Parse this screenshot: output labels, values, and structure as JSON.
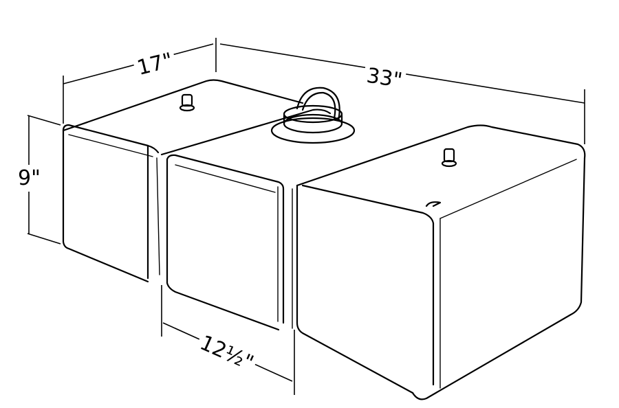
{
  "diagram": {
    "subject": "fuel cell tank with filler neck and vents",
    "dimensions": {
      "depth": "17\"",
      "length": "33\"",
      "height": "9\"",
      "center_width": "12½\""
    },
    "colors": {
      "line": "#000000",
      "background": "#ffffff"
    }
  }
}
